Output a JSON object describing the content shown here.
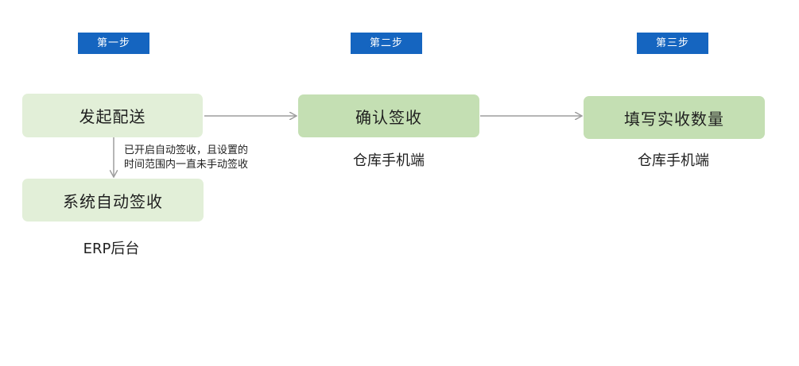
{
  "steps": {
    "step1": "第一步",
    "step2": "第二步",
    "step3": "第三步"
  },
  "nodes": {
    "start_delivery": "发起配送",
    "confirm_receipt": "确认签收",
    "auto_sign": "系统自动签收",
    "fill_quantity": "填写实收数量"
  },
  "captions": {
    "erp_backend": "ERP后台",
    "warehouse_mobile_1": "仓库手机端",
    "warehouse_mobile_2": "仓库手机端"
  },
  "annotation": {
    "line1": "已开启自动签收，且设置的",
    "line2": "时间范围内一直未手动签收"
  },
  "colors": {
    "step_tag": "#1565c0",
    "node_light": "#e2efd8",
    "node_mid": "#c4dfb3",
    "arrow": "#9e9e9e"
  }
}
